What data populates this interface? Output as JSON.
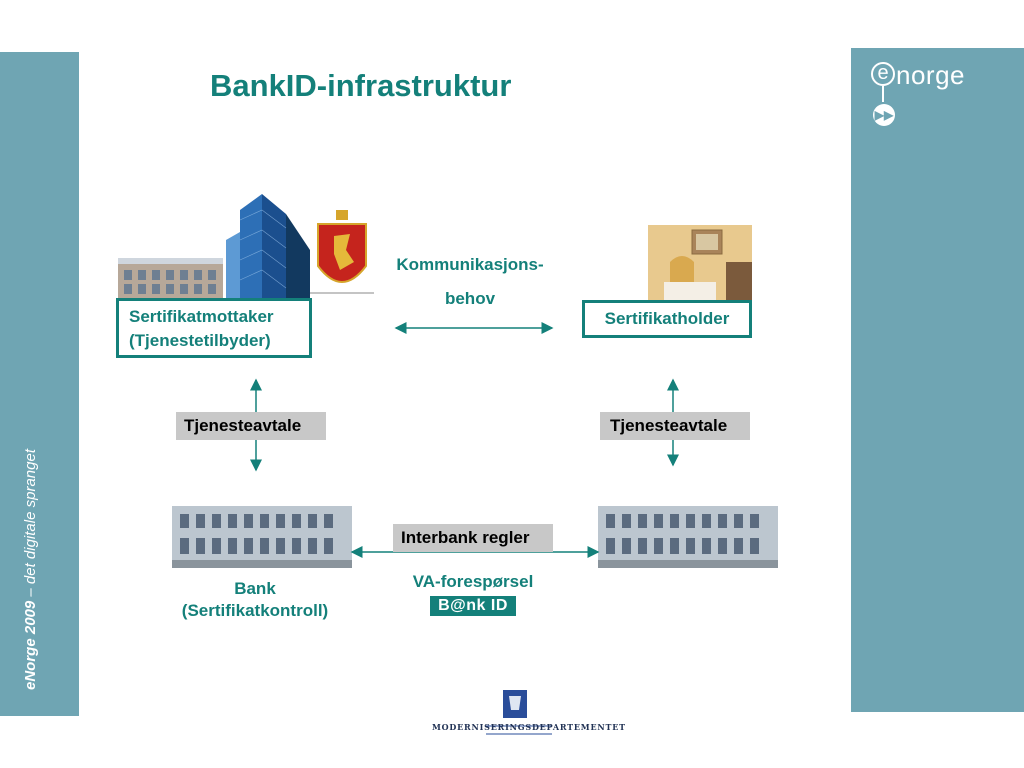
{
  "title": "BankID-infrastruktur",
  "sidebar_text": {
    "brand": "eNorge 2009",
    "tagline": " – det digitale spranget"
  },
  "logo": {
    "text": "norge",
    "e": "e"
  },
  "nodes": {
    "recipient": {
      "line1": "Sertifikatmottaker",
      "line2": "(Tjenestetilbyder)"
    },
    "holder": "Sertifikatholder",
    "bank": {
      "line1": "Bank",
      "line2": "(Sertifikatkontroll)"
    }
  },
  "edges": {
    "communication": {
      "line1": "Kommunikasjons-",
      "line2": "behov"
    },
    "agreement_left": "Tjenesteavtale",
    "agreement_right": "Tjenesteavtale",
    "interbank": "Interbank regler",
    "va_request": "VA-forespørsel"
  },
  "bankid_logo": "B@nk ID",
  "ministry": "MODERNISERINGSDEPARTEMENTET",
  "colors": {
    "teal": "#14807a",
    "sidebar": "#6fa5b3",
    "label_bg": "#c8c8c8"
  }
}
